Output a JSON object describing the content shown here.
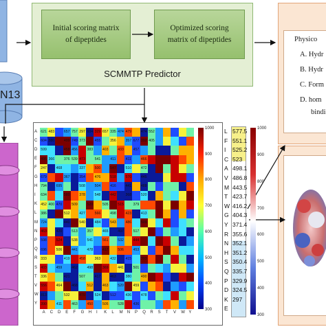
{
  "colors": {
    "predictor_bg": "#e4efd4",
    "box_green": "#a6cb80",
    "phys_bg": "#fbe6d3",
    "database_purple": "#cc66cc",
    "database_blue": "#8fb4e3",
    "list_yellow": "#f7f08a"
  },
  "database": {
    "label": "N13"
  },
  "predictor": {
    "title": "SCMMTP Predictor",
    "box1_line1": "Initial scoring matrix",
    "box1_line2": "of dipeptides",
    "box2_line1": "Optimized scoring",
    "box2_line2": "matrix of dipeptides"
  },
  "physico": {
    "title": "Physico",
    "items": [
      "A. Hydr",
      "B. Hydr",
      "C. Form",
      "D. hom"
    ],
    "continuation": "bindi"
  },
  "heatmap": {
    "amino_acids": [
      "A",
      "C",
      "D",
      "E",
      "F",
      "G",
      "H",
      "I",
      "K",
      "L",
      "M",
      "N",
      "P",
      "Q",
      "R",
      "S",
      "T",
      "V",
      "W",
      "Y"
    ],
    "row_numbers_visible": [
      [
        621,
        483,
        "",
        657,
        757,
        297,
        604,
        329,
        657,
        335,
        474,
        479,
        "",
        474,
        552
      ],
      [
        604,
        380,
        "",
        499,
        749,
        373,
        "",
        455,
        "",
        356,
        "",
        357,
        677,
        392,
        405
      ],
      [
        599,
        "",
        "",
        458,
        456,
        "",
        383,
        "",
        403,
        "",
        433,
        "",
        457,
        "",
        ""
      ],
      [
        495,
        366,
        "",
        376,
        539,
        473,
        "",
        541,
        "",
        411,
        "",
        411,
        "",
        466,
        ""
      ],
      [
        247,
        "",
        468,
        "",
        "",
        337,
        "",
        500,
        "",
        547,
        "",
        510,
        "",
        472,
        ""
      ],
      [
        679,
        "",
        "",
        367,
        "",
        354,
        "",
        476,
        "",
        518,
        "",
        570,
        "",
        445,
        ""
      ],
      [
        794,
        "",
        695,
        "",
        "",
        508,
        "",
        504,
        "",
        416,
        "",
        441,
        "",
        488,
        ""
      ],
      [
        634,
        "",
        "",
        580,
        "",
        378,
        "",
        548,
        "",
        442,
        "",
        368,
        "",
        520,
        ""
      ],
      [
        452,
        400,
        470,
        "",
        509,
        "",
        520,
        "",
        505,
        "",
        515,
        "",
        379,
        "",
        ""
      ],
      [
        386,
        "",
        "",
        512,
        "",
        427,
        "",
        566,
        "",
        498,
        "",
        423,
        "",
        413,
        ""
      ],
      [
        724,
        "",
        "",
        440,
        "",
        540,
        "",
        484,
        "",
        543,
        "",
        486,
        "",
        509,
        ""
      ],
      [
        463,
        "",
        420,
        "",
        513,
        "",
        357,
        "",
        465,
        "",
        497,
        "",
        517,
        "",
        ""
      ],
      [
        598,
        "",
        524,
        "",
        538,
        "",
        541,
        "",
        561,
        "",
        532,
        "",
        444,
        "",
        ""
      ],
      [
        696,
        "",
        506,
        "",
        441,
        "",
        478,
        "",
        417,
        "",
        506,
        "",
        453,
        "",
        ""
      ],
      [
        333,
        "",
        "",
        419,
        "",
        458,
        "",
        363,
        "",
        432,
        "",
        415,
        "",
        393,
        ""
      ],
      [
        403,
        "",
        459,
        "",
        462,
        "",
        498,
        "",
        369,
        "",
        441,
        "",
        501,
        "",
        ""
      ],
      [
        336,
        "",
        "",
        421,
        "",
        507,
        "",
        417,
        "",
        463,
        "",
        380,
        "",
        490,
        ""
      ],
      [
        556,
        "",
        464,
        "",
        468,
        "",
        512,
        "",
        463,
        "",
        520,
        "",
        459,
        "",
        ""
      ],
      [
        813,
        "",
        "",
        532,
        "",
        470,
        "",
        524,
        "",
        512,
        "",
        436,
        "",
        478,
        ""
      ],
      [
        390,
        "",
        411,
        "",
        463,
        "",
        450,
        "",
        505,
        "",
        528,
        "",
        436,
        "",
        ""
      ]
    ],
    "colorbar_ticks": [
      "1000",
      "900",
      "800",
      "700",
      "600",
      "500",
      "400",
      "300"
    ]
  },
  "ranked_list": {
    "letters": [
      "L",
      "F",
      "I",
      "C",
      "A",
      "V",
      "M",
      "T",
      "W",
      "G",
      "Y",
      "R",
      "N",
      "H",
      "S",
      "Q",
      "P",
      "D",
      "K",
      "E"
    ],
    "values": [
      "577.5",
      "551.1",
      "525.2",
      "523",
      "498.1",
      "486.8",
      "443.5",
      "423.7",
      "416.2",
      "404.3",
      "371.4",
      "355.6",
      "352.1",
      "351.2",
      "350.4",
      "335.7",
      "329.9",
      "324.5",
      "297",
      ""
    ],
    "colorbar_ticks": [
      "1000",
      "900",
      "800",
      "700",
      "600",
      "500",
      "400",
      "300"
    ]
  }
}
